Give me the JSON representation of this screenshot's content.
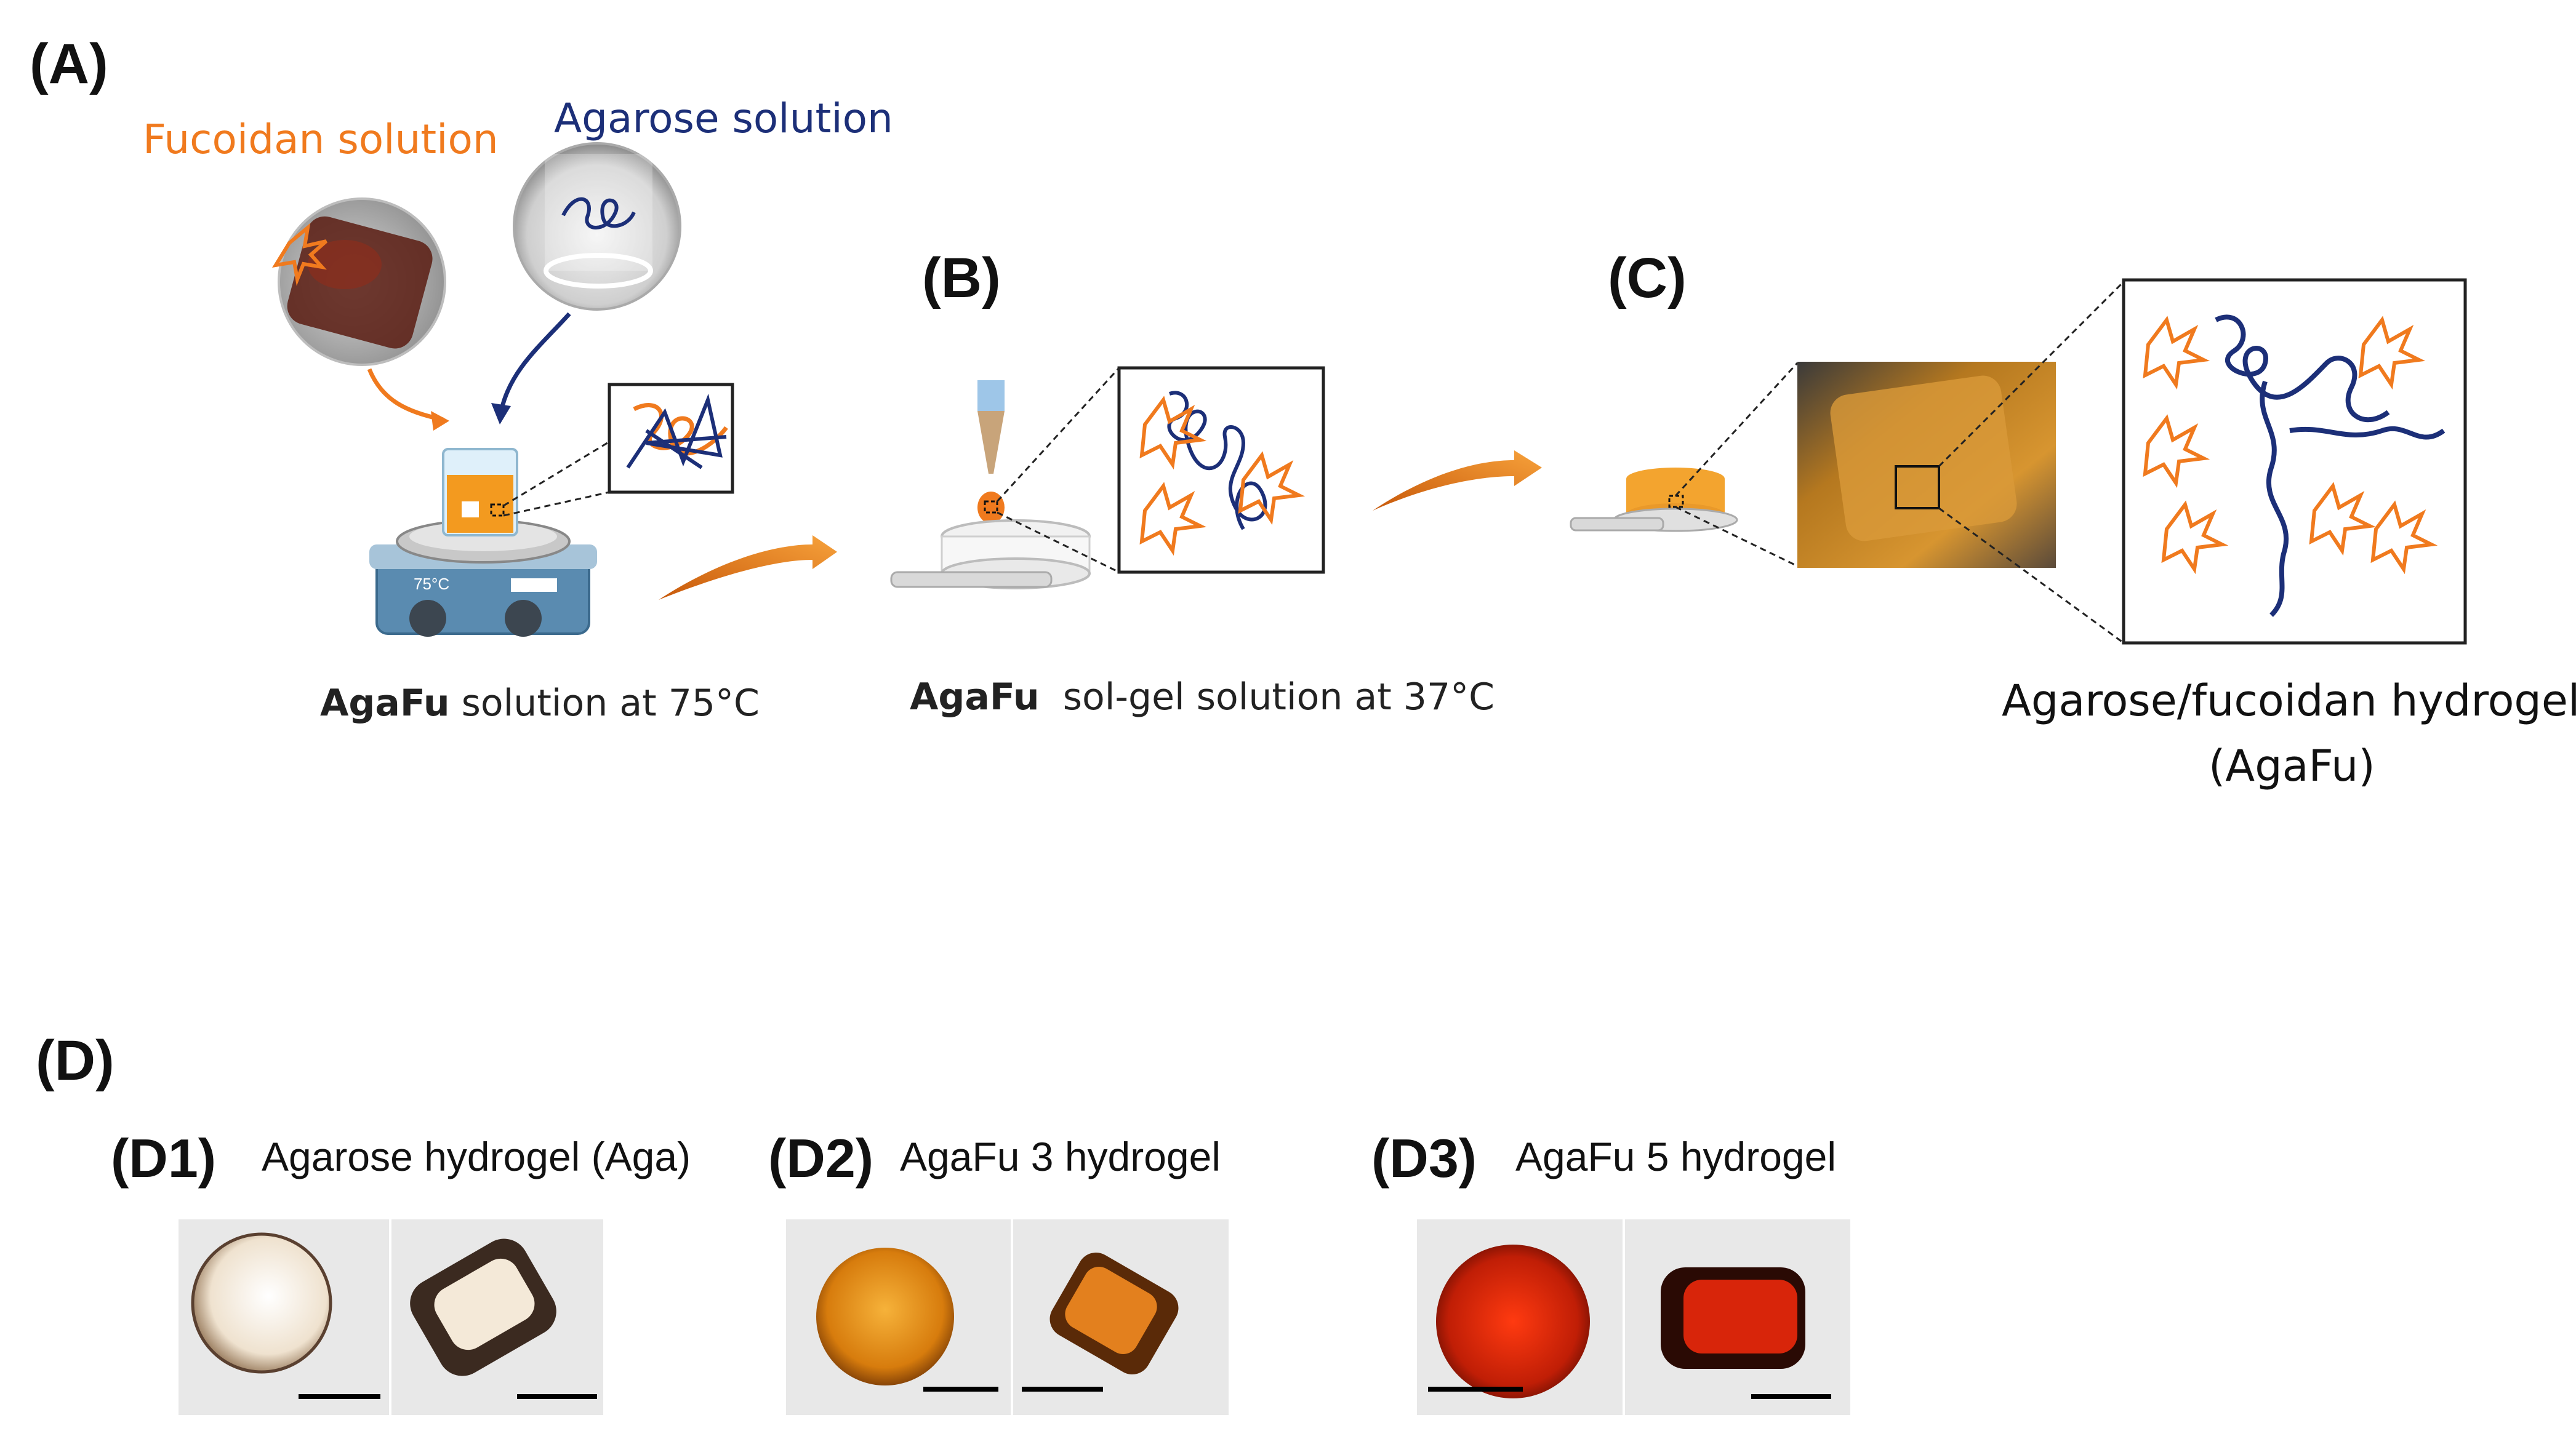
{
  "panels": {
    "a": "(A)",
    "b": "(B)",
    "c": "(C)",
    "d": "(D)"
  },
  "panel_a": {
    "fucoidan_label": "Fucoidan solution",
    "agarose_label": "Agarose solution",
    "stirrer_temp": "75°C",
    "caption_bold": "AgaFu",
    "caption_rest": " solution at 75°C",
    "fucoidan_color": "#f07a1e",
    "agarose_color": "#1c2f78"
  },
  "panel_b": {
    "caption_bold": "AgaFu",
    "caption_rest": "  sol-gel solution at 37°C"
  },
  "panel_c": {
    "caption_line1": "Agarose/fucoidan hydrogels",
    "caption_line2": "(AgaFu)"
  },
  "panel_d": {
    "items": [
      {
        "label": "(D1)",
        "title": "Agarose hydrogel (Aga)",
        "color": "#e9d6bf"
      },
      {
        "label": "(D2)",
        "title": "AgaFu 3 hydrogel",
        "color": "#e08a10"
      },
      {
        "label": "(D3)",
        "title": "AgaFu 5 hydrogel",
        "color": "#d42a0c"
      }
    ]
  }
}
